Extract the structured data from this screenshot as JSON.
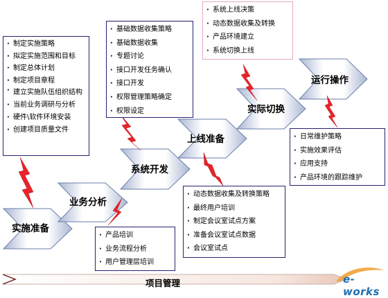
{
  "phases": {
    "implement_prep": "实施准备",
    "business_analysis": "业务分析",
    "system_dev": "系统开发",
    "go_live_prep": "上线准备",
    "cutover": "实际切换",
    "operation": "运行操作"
  },
  "boxes": {
    "plan": [
      "制定实施策略",
      "拟定实施范围和目标",
      "制定总体计划",
      "制定项目章程",
      "建立实施队伍组织结构",
      "当前业务调研与分析",
      "硬件\\软件环境安装",
      "创建项目质量文件"
    ],
    "business": [
      "产品培训",
      "业务流程分析",
      "用户管理层培训"
    ],
    "dev": [
      "基础数据收集策略",
      "基础数据收集",
      "专题讨论",
      "接口开发任务确认",
      "接口开发",
      "权限管理策略确定",
      "权限设定"
    ],
    "golive": [
      "动态数据收集及转换策略",
      "最终用户培训",
      "制定会议室试点方案",
      "准备会议室试点数据",
      "会议室试点"
    ],
    "cutover": [
      "系统上线决策",
      "动态数据收集及转换",
      "产品环境建立",
      "系统切换上线"
    ],
    "operation": [
      "日常维护策略",
      "实施效果评估",
      "应用支持",
      "产品环境的跟踪维护"
    ]
  },
  "footer": {
    "label": "项目管理"
  },
  "logo": {
    "text": "e-works"
  },
  "colors": {
    "lightning": "#e8242a",
    "phase_fill": "#ffffff",
    "phase_border": "#6a7ea8",
    "box_border": "#23236e",
    "cutover_border": "#e4a7c9",
    "arrow_fill": "#f3dcd3"
  }
}
